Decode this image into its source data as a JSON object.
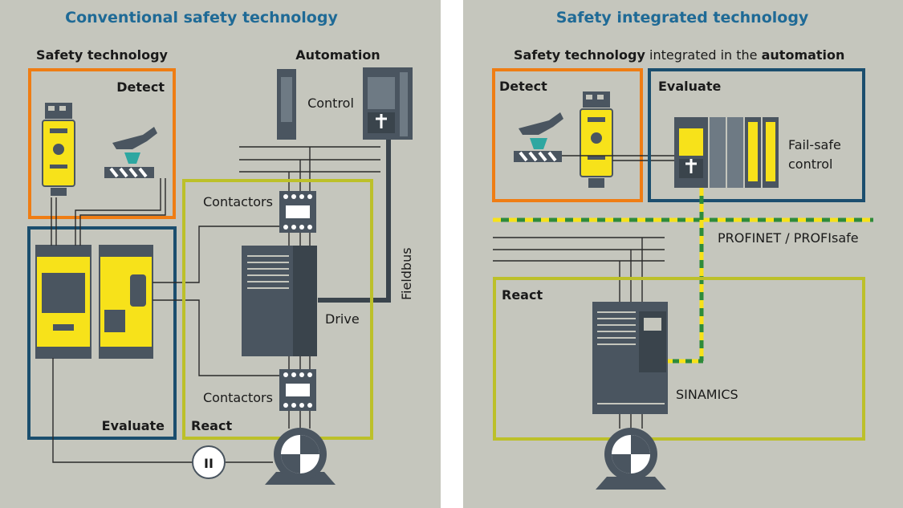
{
  "left": {
    "title": "Conventional safety technology",
    "safety_technology": "Safety technology",
    "automation": "Automation",
    "control": "Control",
    "detect": "Detect",
    "evaluate": "Evaluate",
    "react": "React",
    "contactors_top": "Contactors",
    "contactors_bottom": "Contactors",
    "drive": "Drive",
    "fieldbus": "Fieldbus",
    "pause_symbol": "II"
  },
  "right": {
    "title": "Safety integrated technology",
    "subtitle_a": "Safety technology",
    "subtitle_b": " integrated in the ",
    "subtitle_c": "automation",
    "detect": "Detect",
    "evaluate": "Evaluate",
    "failsafe_1": "Fail-safe",
    "failsafe_2": "control",
    "profinet": "PROFINET / PROFIsafe",
    "react": "React",
    "sinamics": "SINAMICS"
  },
  "colors": {
    "panel_bg": "#c5c6bd",
    "title_blue": "#1f6a96",
    "detect_orange": "#ef7d14",
    "evaluate_blue": "#1b4e6e",
    "react_olive": "#bcc02a",
    "device_dark": "#4a5560",
    "device_yellow": "#f7e21a",
    "profinet_green": "#2e8b3a"
  }
}
